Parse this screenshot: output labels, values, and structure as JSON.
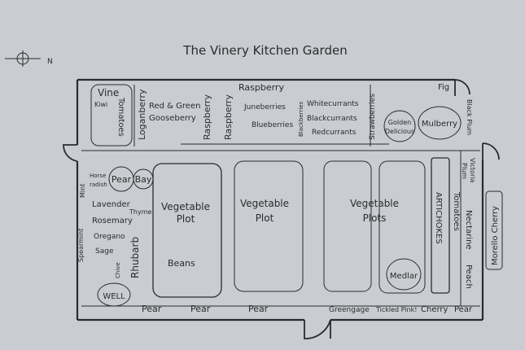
{
  "title": "The Vinery Kitchen Garden",
  "compass": {
    "north_label": "N"
  },
  "top_border": {
    "vine": "Vine",
    "kiwi": "Kiwi",
    "tomatoes": "Tomatoes",
    "loganberry": "Loganberry",
    "red_green": "Red & Green",
    "gooseberry": "Gooseberry",
    "raspberry_1": "Raspberry",
    "raspberry_2": "Raspberry",
    "raspberry_header": "Raspberry",
    "juneberries": "Juneberries",
    "blueberries": "Blueberries",
    "blackberries": "Blackberries",
    "whitecurrants": "Whitecurrants",
    "blackcurrants": "Blackcurrants",
    "redcurrants": "Redcurrants",
    "strawberries": "Strawberries",
    "fig": "Fig",
    "golden": "Golden",
    "delicious": "Delicious",
    "mulberry": "Mulberry"
  },
  "left_border": {
    "horse": "Horse",
    "radish": "radish",
    "mint": "Mint",
    "pear": "Pear",
    "bay": "Bay",
    "lavender": "Lavender",
    "thyme": "Thyme",
    "rosemary": "Rosemary",
    "oregano": "Oregano",
    "sage": "Sage",
    "spearmint": "Spearmint",
    "chive": "Chive",
    "rhubarb": "Rhubarb",
    "well": "WELL"
  },
  "plots": {
    "plot1_line1": "Vegetable",
    "plot1_line2": "Plot",
    "beans": "Beans",
    "plot2_line1": "Vegetable",
    "plot2_line2": "Plot",
    "plot3_line1": "Vegetable",
    "plot3_line2": "Plots",
    "medlar": "Medlar",
    "artichokes": "ARTICHOKES"
  },
  "right_border": {
    "black_plum": "Black Plum",
    "victoria": "Victoria",
    "plum": "Plum",
    "tomatoes": "Tomatoes",
    "nectarine": "Nectarine",
    "peach": "Peach",
    "morello_cherry": "Morello Cherry"
  },
  "bottom_border": {
    "pear_1": "Pear",
    "pear_2": "Pear",
    "pear_3": "Pear",
    "greengage": "Greengage",
    "tickled_pink": "Tickled Pink!",
    "cherry": "Cherry",
    "pear_4": "Pear"
  },
  "colors": {
    "paper": "#c9ccd0",
    "ink": "#2b2b2e"
  }
}
